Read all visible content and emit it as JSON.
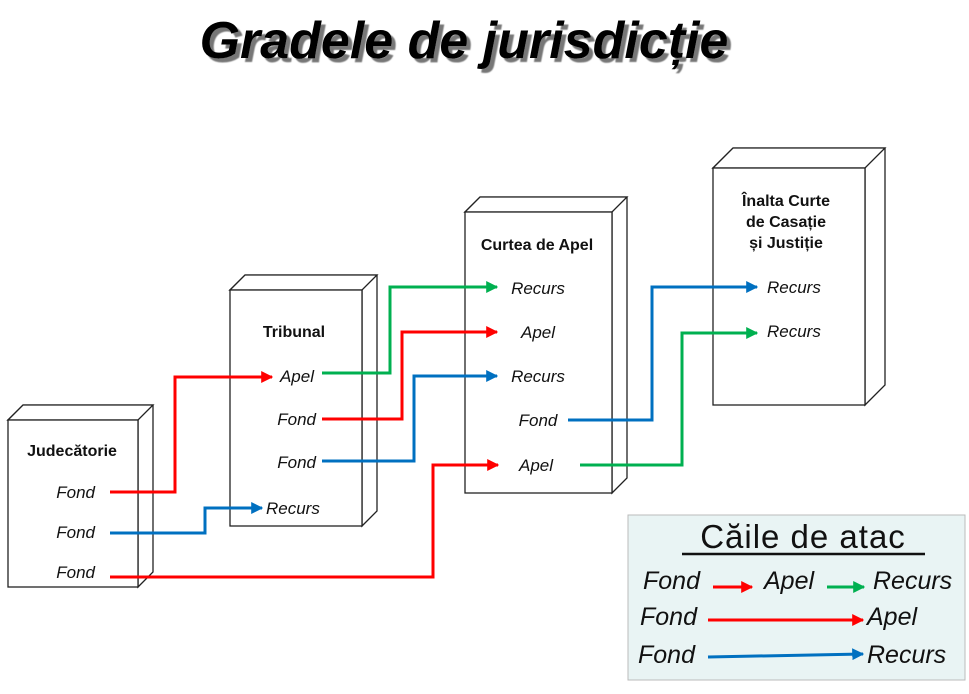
{
  "title": "Gradele de jurisdicție",
  "colors": {
    "apel": "#ff0000",
    "recurs_blue": "#0070c0",
    "recurs_green": "#00b050",
    "legend_bg": "#e9f4f4"
  },
  "courts": {
    "judecatorie": {
      "name": "Judecătorie",
      "items": [
        "Fond",
        "Fond",
        "Fond"
      ]
    },
    "tribunal": {
      "name": "Tribunal",
      "items": [
        "Apel",
        "Fond",
        "Fond",
        "Recurs"
      ]
    },
    "curtea_de_apel": {
      "name": "Curtea de Apel",
      "items": [
        "Recurs",
        "Apel",
        "Recurs",
        "Fond",
        "Apel"
      ]
    },
    "iccj": {
      "name_lines": [
        "Înalta Curte",
        "de Casație",
        "și Justiție"
      ],
      "items": [
        "Recurs",
        "Recurs"
      ]
    }
  },
  "legend": {
    "title": "Căile de atac",
    "row1": [
      "Fond",
      "Apel",
      "Recurs"
    ],
    "row2": [
      "Fond",
      "Apel"
    ],
    "row3": [
      "Fond",
      "Recurs"
    ]
  }
}
